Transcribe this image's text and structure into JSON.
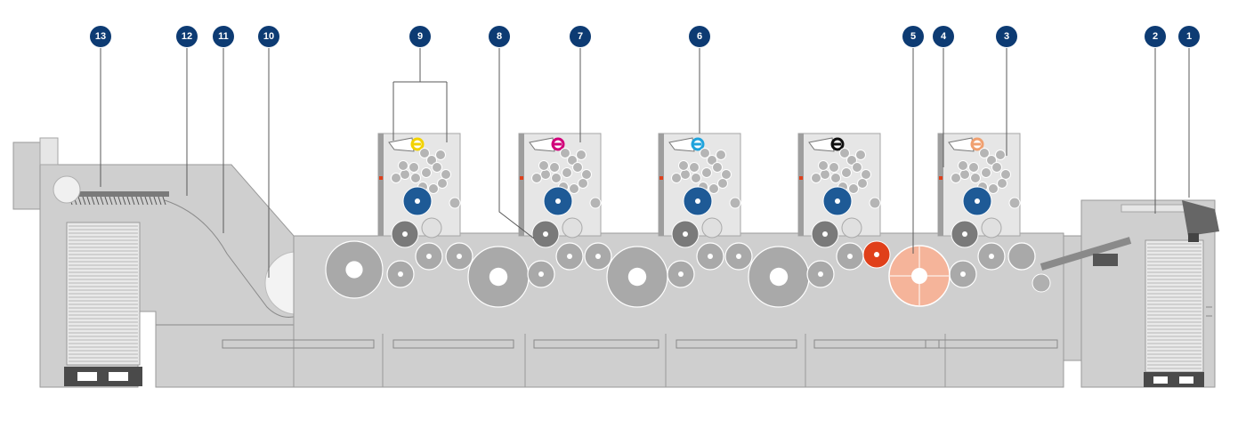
{
  "markers": [
    "1",
    "2",
    "3",
    "4",
    "5",
    "6",
    "7",
    "8",
    "9",
    "10",
    "11",
    "12",
    "13"
  ],
  "colors": {
    "marker": "#0d3b73",
    "machine": "#cfcfcf",
    "cylinder": "#a9a9a9",
    "plate_cylinder": "#1e5a96",
    "ink_yellow": "#f2d200",
    "ink_magenta": "#d1007a",
    "ink_cyan": "#1fa3dc",
    "ink_black": "#111111",
    "ink_unit5": "#f0a070",
    "coating_roller": "#e0401a",
    "transfer_drum": "#f5b49a"
  },
  "print_units": [
    "yellow",
    "magenta",
    "cyan",
    "black",
    "unit5"
  ]
}
